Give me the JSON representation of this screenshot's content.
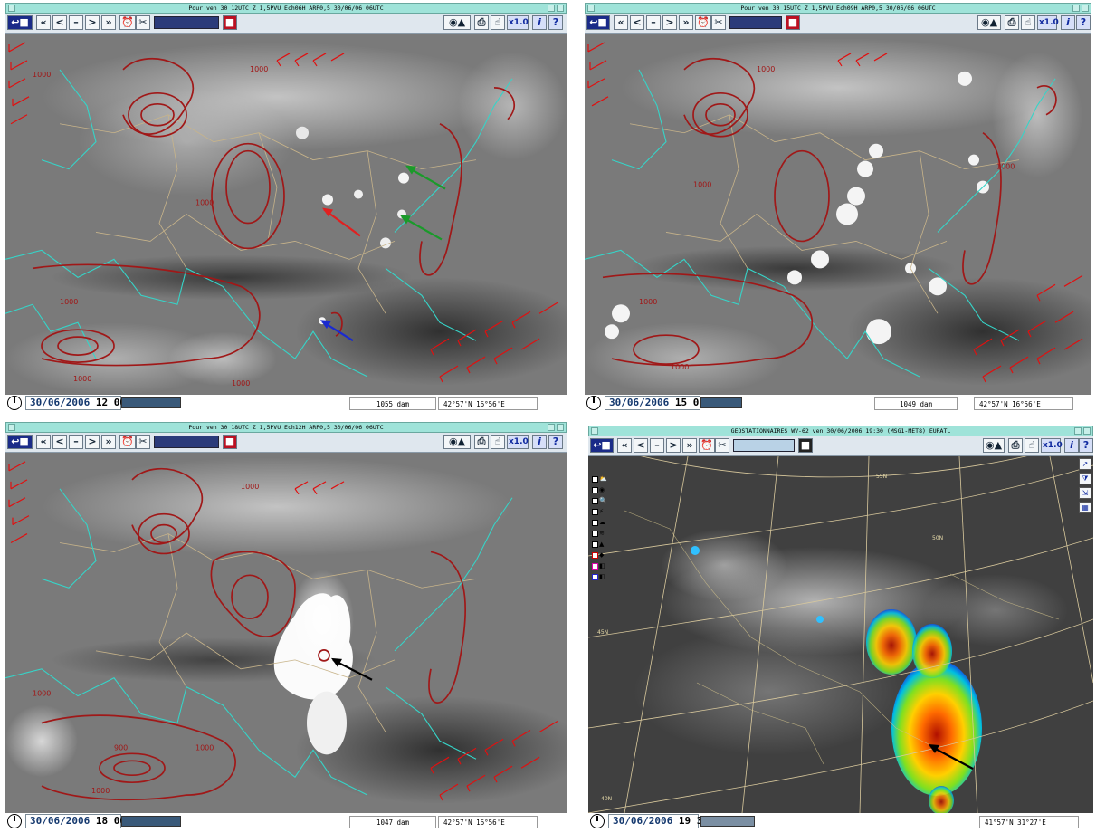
{
  "panels": [
    {
      "title": "Pour ven 30 12UTC Z 1,5PVU Ech06H ARP0,5 30/06/06 06UTC",
      "date": "30/06/2006",
      "hour": "12 00",
      "height_readout": "1055 dam",
      "coord_readout": "42°57'N 16°56'E",
      "contour_labels": [
        "1000",
        "1000",
        "1000",
        "1000",
        "1000",
        "1000"
      ]
    },
    {
      "title": "Pour ven 30 15UTC Z 1,5PVU Ech09H ARP0,5 30/06/06 06UTC",
      "date": "30/06/2006",
      "hour": "15 00",
      "height_readout": "1049 dam",
      "coord_readout": "42°57'N 16°56'E",
      "contour_labels": [
        "1000",
        "1000",
        "1000",
        "1000",
        "1000"
      ]
    },
    {
      "title": "Pour ven 30 18UTC Z 1,5PVU Ech12H ARP0,5 30/06/06 06UTC",
      "date": "30/06/2006",
      "hour": "18 00",
      "height_readout": "1047 dam",
      "coord_readout": "42°57'N 16°56'E",
      "contour_labels": [
        "1000",
        "1000",
        "1000",
        "900",
        "1000"
      ]
    },
    {
      "title": "GEOSTATIONNAIRES WV-62 ven 30/06/2006 19:30 (MSG1-MET8) EURATL",
      "date": "30/06/2006",
      "hour": "19 30",
      "coord_readout": "41°57'N 31°27'E",
      "grid_labels": [
        "55N",
        "50N",
        "45N",
        "40N"
      ]
    }
  ],
  "toolbar": {
    "zoom_label": "x1.0",
    "info_label": "i",
    "help_label": "?",
    "fast_back": "«",
    "prev": "<",
    "stop": "–",
    "next": ">",
    "fast_forward": "»"
  },
  "colors": {
    "titlebar": "#9fe3d9",
    "contour": "#a01818",
    "coastline": "#36d4c8",
    "borders": "#c8b48a",
    "wind_barbs": "#e01010",
    "arrow_red": "#e02020",
    "arrow_green": "#1a9a2a",
    "arrow_blue": "#1a2ad0",
    "arrow_black": "#000000"
  }
}
